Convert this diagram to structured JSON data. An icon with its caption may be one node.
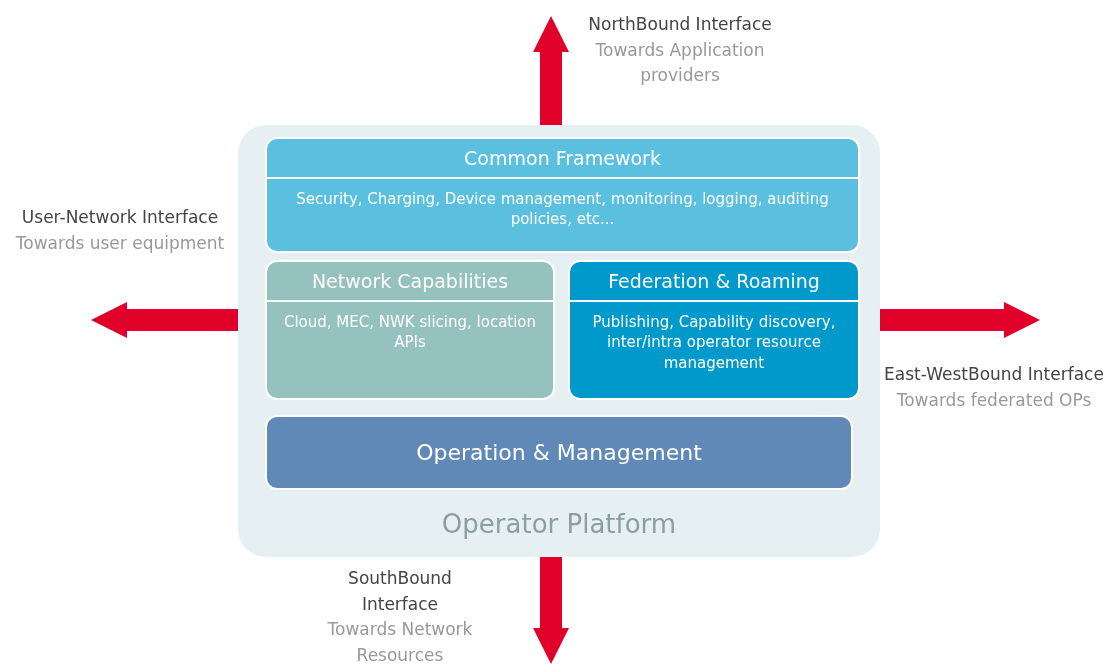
{
  "diagram": {
    "nodes": [
      {
        "text": [
          "Operator Platform"
        ]
      },
      {
        "text": [
          "Common Framework",
          "Security, Charging, Device management, monitoring, logging, auditing policies, etc..."
        ],
        "in": 0
      },
      {
        "text": [
          "Network Capabilities",
          "Cloud, MEC, NWK slicing, location APIs"
        ],
        "in": 0
      },
      {
        "text": [
          "Federation & Roaming",
          "Publishing, Capability discovery, inter/intra operator resource management"
        ],
        "in": 0
      },
      {
        "text": [
          "Operation & Management"
        ],
        "in": 0
      },
      {
        "text": [
          "NorthBound Interface",
          "Towards Application providers"
        ]
      },
      {
        "text": [
          "User-Network Interface",
          "Towards user equipment"
        ]
      },
      {
        "text": [
          "East-WestBound Interface",
          "Towards federated OPs"
        ]
      },
      {
        "text": [
          "SouthBound Interface",
          "Towards Network Resources"
        ]
      }
    ],
    "edges": [
      {
        "from": 0,
        "to": 5,
        "arrow": "to"
      },
      {
        "from": 0,
        "to": 6,
        "arrow": "to"
      },
      {
        "from": 0,
        "to": 7,
        "arrow": "to"
      },
      {
        "from": 0,
        "to": 8,
        "arrow": "to"
      }
    ]
  }
}
